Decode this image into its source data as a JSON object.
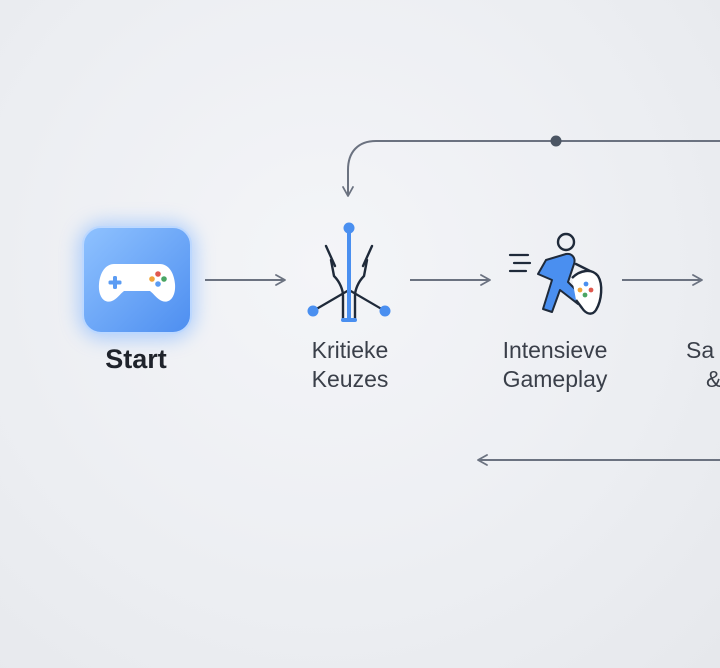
{
  "nodes": {
    "start": {
      "label": "Start",
      "icon": "gamepad-icon"
    },
    "keuzes": {
      "line1": "Kritieke",
      "line2": "Keuzes",
      "icon": "branching-fork-icon"
    },
    "gameplay": {
      "line1": "Intensieve",
      "line2": "Gameplay",
      "icon": "running-player-gamepad-icon"
    },
    "partial": {
      "line1": "Sa",
      "line2": "&"
    }
  },
  "colors": {
    "accent_blue": "#4a8ff0",
    "icon_dark": "#1f2a3a",
    "arrow_gray": "#6b7280",
    "text": "#2b2f38"
  }
}
